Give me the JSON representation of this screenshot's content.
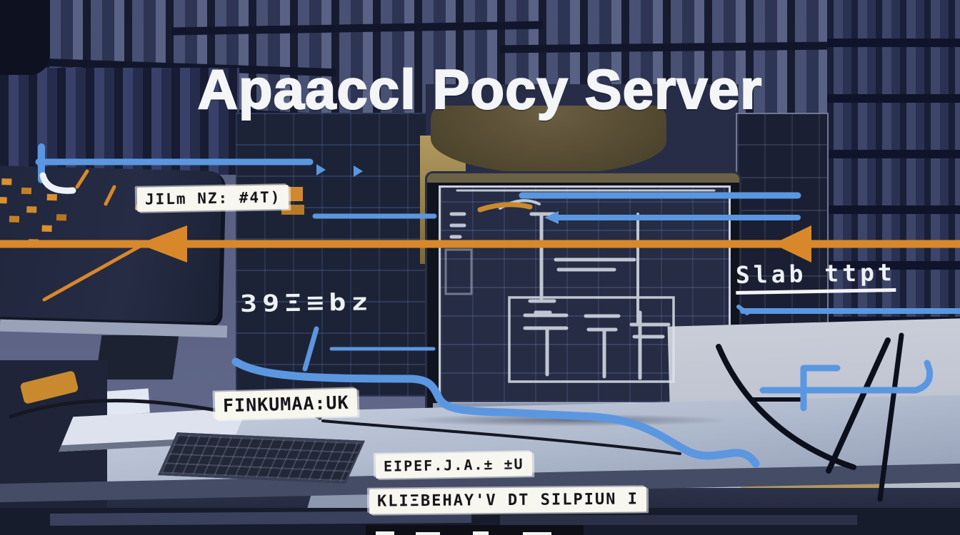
{
  "scene": {
    "title": "Apaaccl Pocy Server",
    "description": "stylized illustration of a developer desk with two monitors, bookshelves, arrows and garbled annotation labels"
  },
  "annotations": {
    "tag_request": {
      "text": "JILm NZ: #4T)"
    },
    "scribble_left": {
      "text": "39Ξ≡bz"
    },
    "scribble_right": {
      "text": "Slab ttpt"
    },
    "tag_host": {
      "text": "FINKUMAA:UK"
    },
    "tag_mid": {
      "text": "EIPEF.J.A.± ±U"
    },
    "tag_bottom": {
      "text": "KLIΞBEHAY'V DT SILPIUN I"
    }
  },
  "colors": {
    "accent_orange": "#d8882b",
    "accent_blue": "#5b97e0",
    "background": "#5a6183",
    "screen": "#262c44",
    "label_background": "#f7f6ef",
    "label_ink": "#17141a",
    "desk": "#b7c0d2",
    "title_ink": "#f4f5f7"
  }
}
